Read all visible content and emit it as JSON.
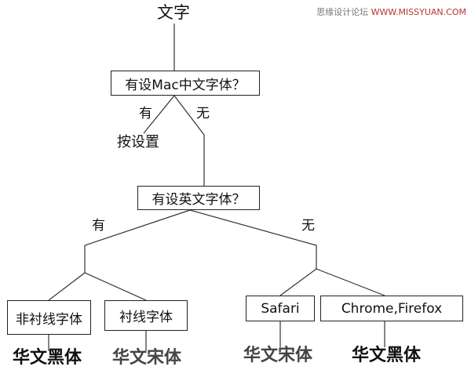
{
  "watermark": {
    "left": "思缘设计论坛",
    "right": "WWW.MISSYUAN.COM"
  },
  "root": "文字",
  "q1": "有设Mac中文字体？",
  "q1_yes": "有",
  "q1_no": "无",
  "by_setting": "按设置",
  "q2": "有设英文字体？",
  "q2_yes": "有",
  "q2_no": "无",
  "sans_box": "非衬线字体",
  "serif_box": "衬线字体",
  "safari_box": "Safari",
  "chrome_box": "Chrome,Firefox",
  "leaf_sans": "华文黑体",
  "leaf_serif": "华文宋体",
  "leaf_safari": "华文宋体",
  "leaf_chrome": "华文黑体"
}
